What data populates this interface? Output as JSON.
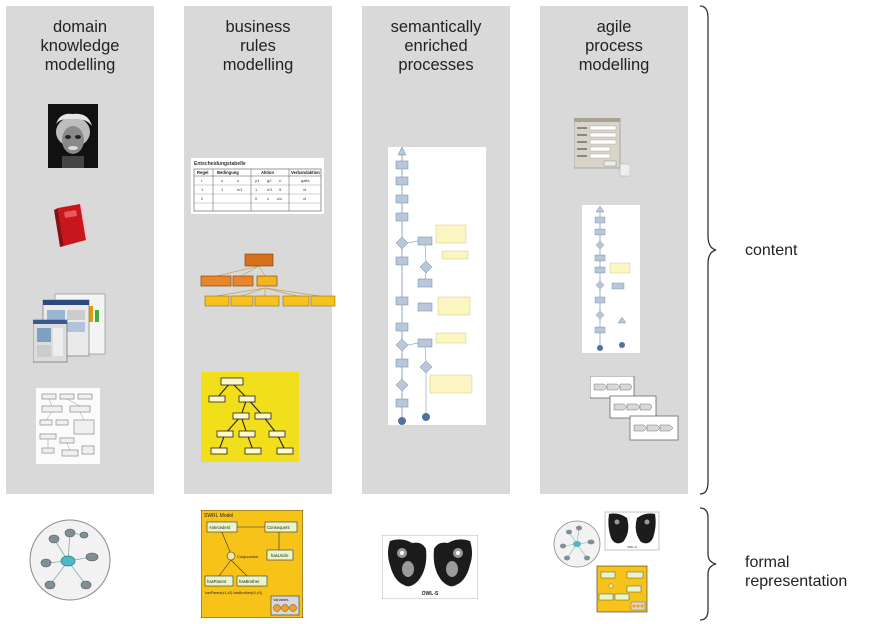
{
  "columns": [
    {
      "title": "domain\nknowledge\nmodelling"
    },
    {
      "title": "business\nrules\nmodelling"
    },
    {
      "title": "semantically\nenriched\nprocesses"
    },
    {
      "title": "agile\nprocess\nmodelling"
    }
  ],
  "labels": {
    "content": "content",
    "formal": "formal\nrepresentation"
  },
  "thumbnails": {
    "decision_table_title": "Entscheidungstabelle",
    "decision_table_headers": [
      "Regel",
      "Bedingung",
      "Aktion",
      "Verbandaktion"
    ],
    "decision_table_rows": [
      [
        "r",
        "z",
        "z",
        "y1",
        "g2",
        "c'",
        "gaits"
      ],
      [
        "1",
        "1",
        "n/1",
        "1",
        "n/1",
        "5",
        "xt"
      ],
      [
        "2",
        "",
        "",
        "0",
        "z",
        "c/c",
        "xt"
      ]
    ],
    "swrl_title": "SWRL Model",
    "swrl_antecedent": "Antecedent",
    "swrl_consequent": "Consequent",
    "swrl_hasuncle": "hasUncle",
    "swrl_conjunction": "Conjunction",
    "swrl_hasparent": "hasParent",
    "swrl_hasbrother": "hasBrother",
    "swrl_rule": "hasParent(x1,x2) hasBrother(x2,x3)",
    "swrl_variables": "Variables",
    "owls_label": "OWL-S",
    "owls_label_small": "OWL-S"
  }
}
